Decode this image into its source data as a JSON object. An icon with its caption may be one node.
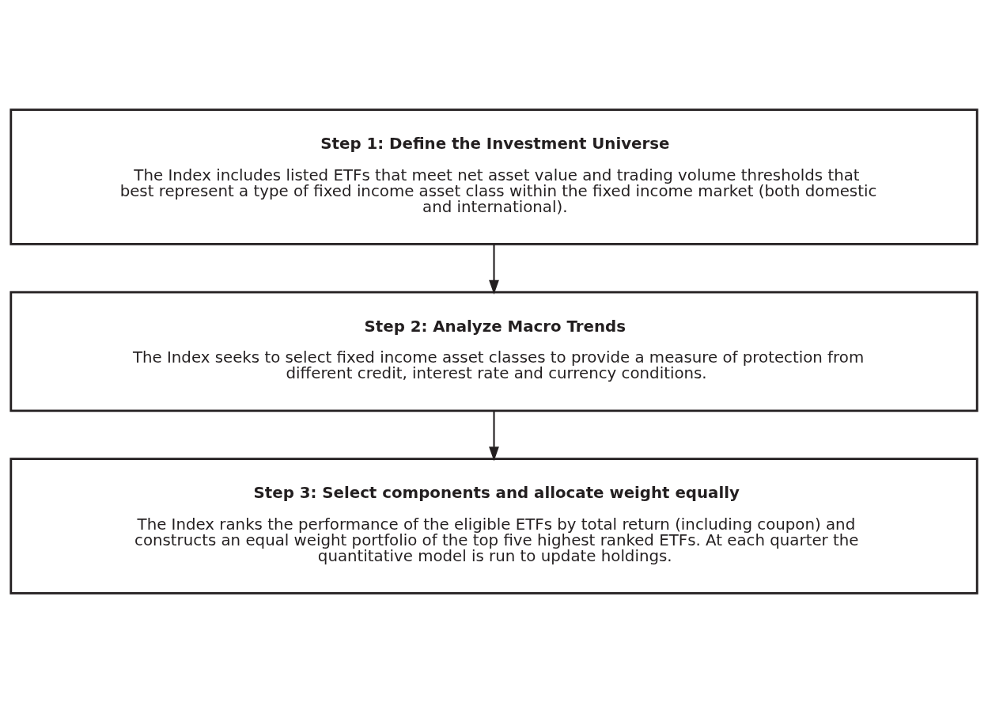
{
  "diagram": {
    "nodes": [
      {
        "text": [
          "Step 1: Define the Investment Universe",
          "The Index includes listed ETFs that meet net asset value and trading volume thresholds that best represent a type of fixed income asset class within the fixed income market (both domestic and international)."
        ]
      },
      {
        "text": [
          "Step 2: Analyze Macro Trends",
          "The Index seeks to select fixed income asset classes to provide a measure of protection from different credit, interest rate and currency conditions."
        ]
      },
      {
        "text": [
          "Step 3: Select components and allocate weight equally",
          "The Index ranks the performance of the eligible ETFs by total return (including coupon) and constructs an equal weight portfolio of the top five highest ranked ETFs. At each quarter the quantitative model is run to update holdings."
        ]
      }
    ],
    "edges": [
      {
        "from": 0,
        "to": 1,
        "arrow": "to"
      },
      {
        "from": 1,
        "to": 2,
        "arrow": "to"
      }
    ]
  }
}
